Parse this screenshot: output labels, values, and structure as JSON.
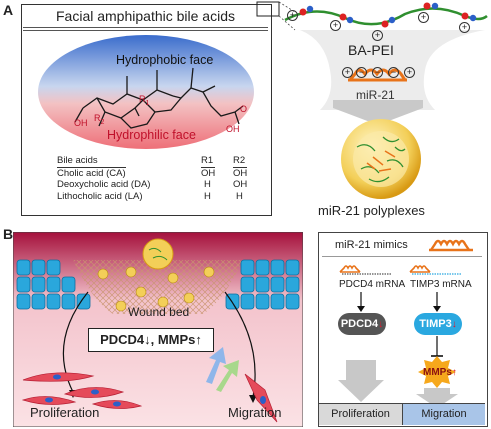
{
  "panelA": {
    "label": "A",
    "box_title": "Facial amphipathic bile acids",
    "hydrophobic_face": "Hydrophobic face",
    "hydrophilic_face": "Hydrophilic face",
    "r1": "R",
    "r1_sub": "1",
    "r2": "R",
    "r2_sub": "2",
    "oh_left": "OH",
    "oh_right": "OH",
    "o_label": "O",
    "table": {
      "header": [
        "Bile acids",
        "R1",
        "R2"
      ],
      "rows": [
        [
          "Cholic acid (CA)",
          "OH",
          "OH"
        ],
        [
          "Deoxycholic acid (DA)",
          "H",
          "OH"
        ],
        [
          "Lithocholic acid (LA)",
          "H",
          "H"
        ]
      ]
    },
    "ba_pei": "BA-PEI",
    "mir21": "miR-21",
    "polyplexes": "miR-21 polyplexes",
    "plus": "+",
    "minus": "−"
  },
  "panelB": {
    "label": "B",
    "wound_bed": "Wound bed",
    "pdcd4_mmps": "PDCD4↓, MMPs↑",
    "proliferation": "Proliferation",
    "migration": "Migration"
  },
  "pathway": {
    "mimics": "miR-21 mimics",
    "pdcd4_mrna": "PDCD4 mRNA",
    "timp3_mrna": "TIMP3 mRNA",
    "pdcd4": "PDCD4",
    "timp3": "TIMP3",
    "mmps": "MMPs",
    "proliferation": "Proliferation",
    "migration": "Migration"
  },
  "colors": {
    "hydrophobic": "#3f6fc0",
    "hydrophilic": "#f08a90",
    "orange": "#e8731a",
    "timp3": "#2aa8e0",
    "pdcd4": "#555555",
    "cell_blue": "#2aa7dc",
    "migration_bg": "#a9c5e8"
  }
}
